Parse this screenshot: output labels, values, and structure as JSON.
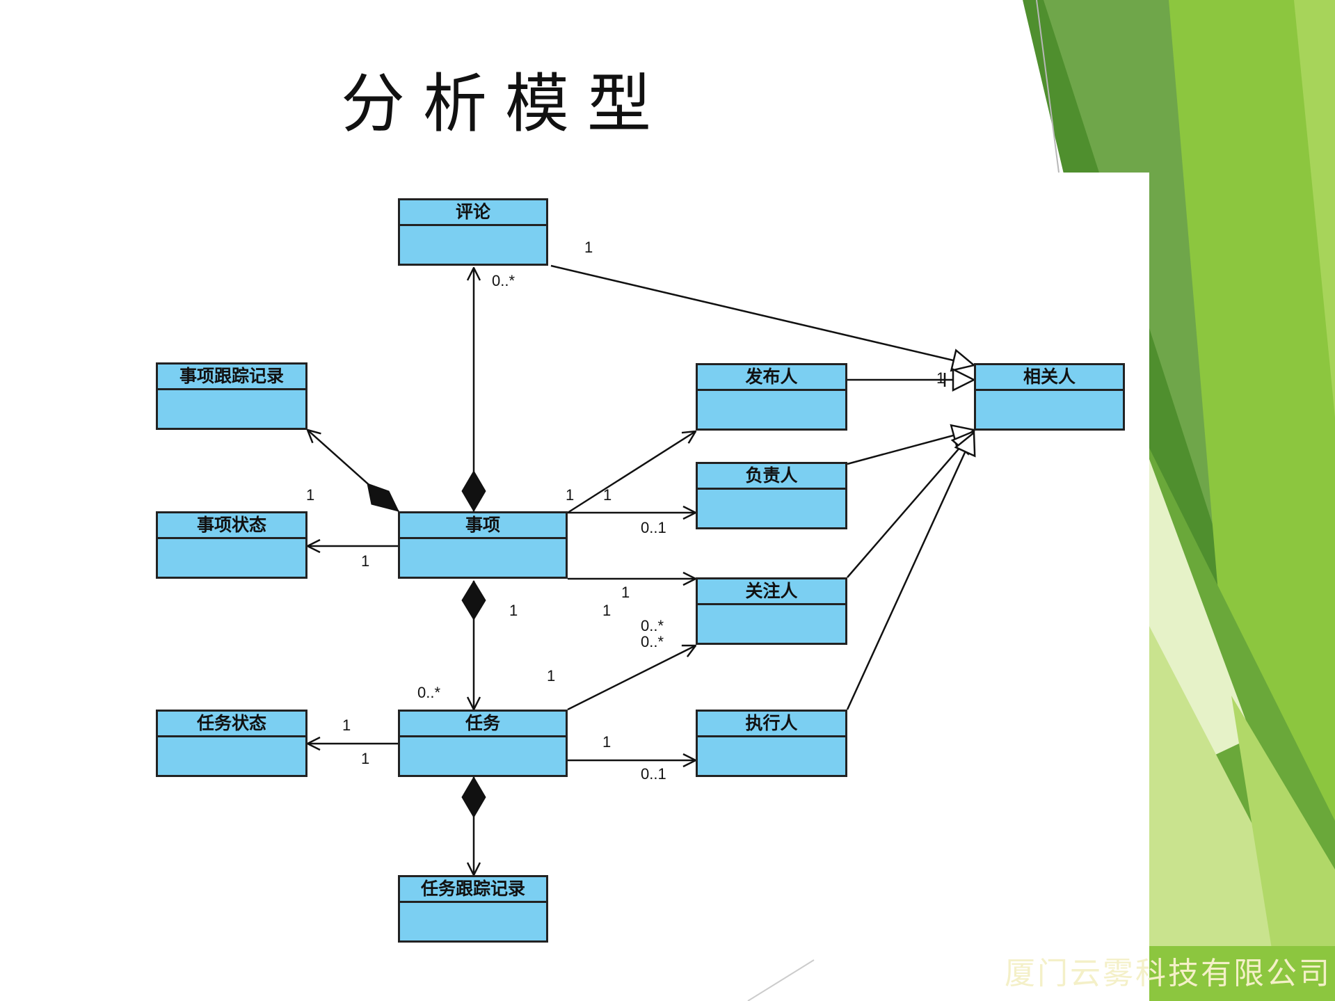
{
  "slide": {
    "title": "分析模型",
    "company": "厦门云雾科技有限公司",
    "theme_colors": {
      "green_dark": "#4f8f2e",
      "green": "#8cc63f",
      "green_light": "#d3e8a6",
      "class_fill": "#7bcff2"
    }
  },
  "classes": {
    "comment": "评论",
    "item_log": "事项跟踪记录",
    "item_status": "事项状态",
    "item": "事项",
    "task_status": "任务状态",
    "task": "任务",
    "task_log": "任务跟踪记录",
    "publisher": "发布人",
    "owner": "负责人",
    "follower": "关注人",
    "executor": "执行人",
    "stakeholder": "相关人"
  },
  "multiplicities": {
    "comment_to_stakeholder": "1",
    "item_to_comment": "0..*",
    "publisher_to_stakeholder": "1",
    "item_log": "1",
    "item_to_publisher": "1",
    "item_to_owner": "1",
    "item_owner_target": "0..1",
    "item_status": "1",
    "item_task_source": "1",
    "item_follower_a": "1",
    "item_follower_b": "1",
    "follower_many_a": "0..*",
    "follower_many_b": "0..*",
    "task_follower": "1",
    "item_task_target": "0..*",
    "task_status_a": "1",
    "task_status_b": "1",
    "task_executor": "1",
    "task_executor_target": "0..1"
  }
}
